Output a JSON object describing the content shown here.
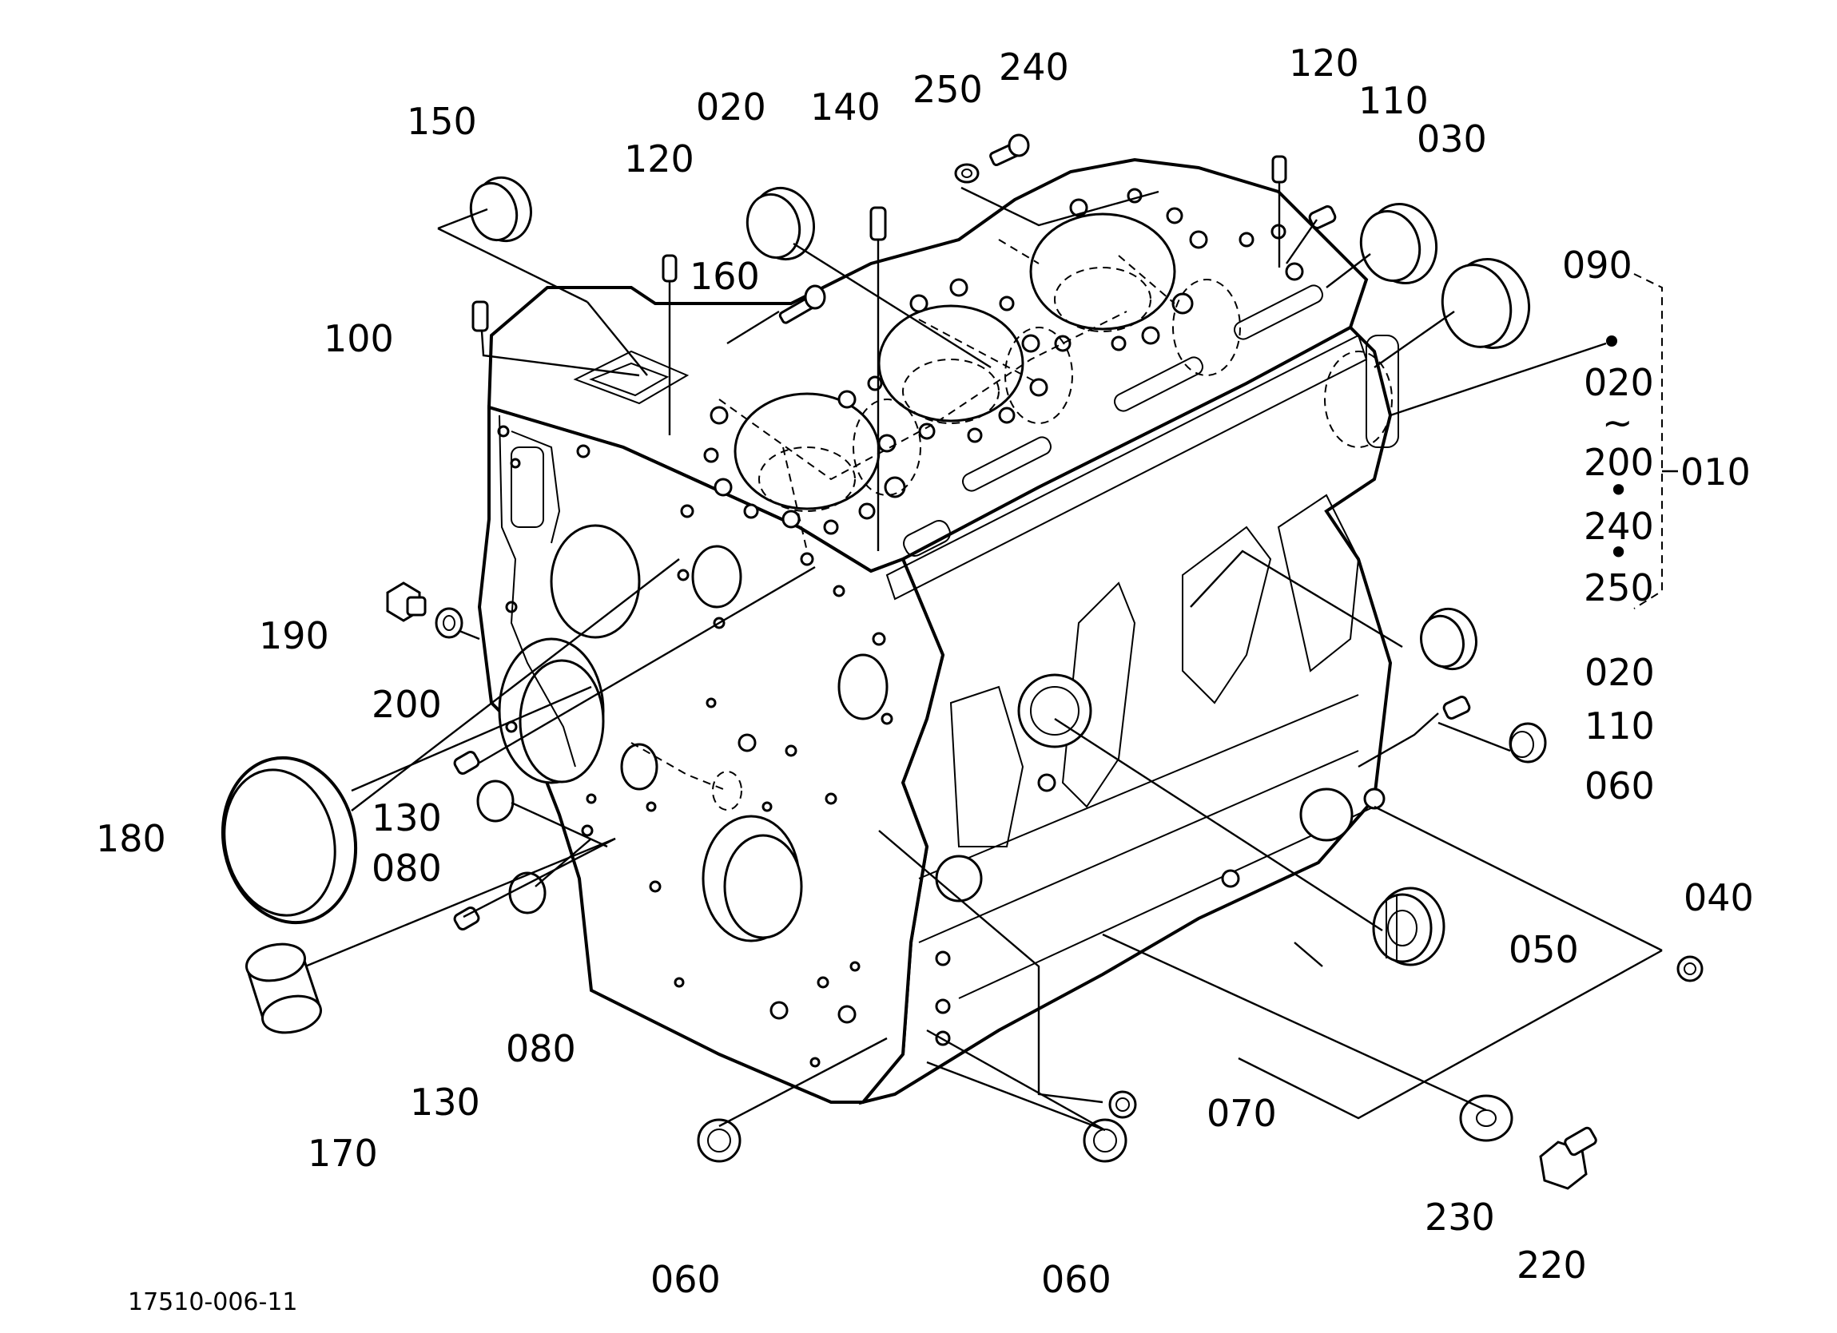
{
  "diagram": {
    "reference_code": "17510-006-11",
    "part_labels": [
      "150",
      "020",
      "120",
      "140",
      "250",
      "240",
      "120",
      "110",
      "030",
      "090",
      "100",
      "160",
      "190",
      "200",
      "180",
      "130",
      "080",
      "170",
      "130",
      "080",
      "060",
      "060",
      "070",
      "230",
      "220",
      "050",
      "040",
      "060",
      "110",
      "020"
    ],
    "assembly_range": {
      "items": [
        "020",
        "~",
        "200",
        "•",
        "240",
        "•",
        "250"
      ],
      "assembly_label": "010"
    }
  }
}
